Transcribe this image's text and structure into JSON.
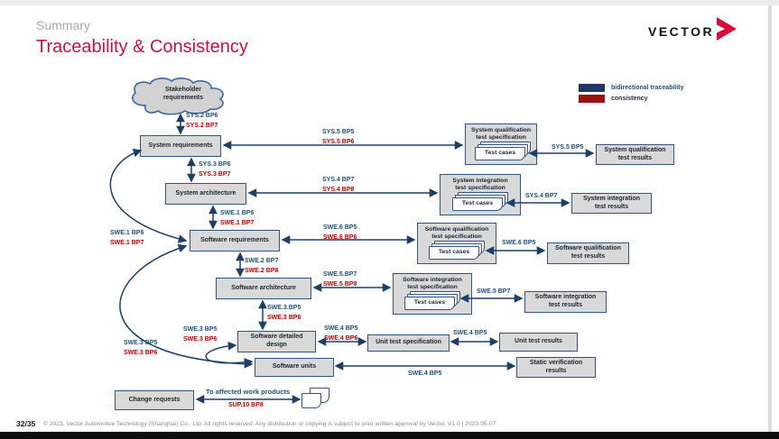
{
  "header": {
    "kicker": "Summary",
    "title": "Traceability & Consistency",
    "logo_text": "VECTOR"
  },
  "legend": {
    "bidirectional_label": "bidirectional traceability",
    "consistency_label": "consistency",
    "bidirectional_color": "#1f3864",
    "consistency_color": "#9a1111"
  },
  "colors": {
    "arrow": "#1f3f67",
    "trace_label": "#1f4e79",
    "consistency_label": "#c00000",
    "title_accent": "#c8133f",
    "box_fill": "#d9d9d9",
    "box_border": "#33547e"
  },
  "nodes": {
    "stakeholder_requirements": "Stakeholder\nrequirements",
    "system_requirements": "System requirements",
    "system_architecture": "System architecture",
    "software_requirements": "Software requirements",
    "software_architecture": "Software architecture",
    "software_detailed_design": "Software detailed\ndesign",
    "software_units": "Software units",
    "change_requests": "Change requests",
    "sys_qual_test_spec": "System qualification\ntest specification",
    "sys_int_test_spec": "System integration\ntest specification",
    "sw_qual_test_spec": "Software qualification\ntest specification",
    "sw_int_test_spec": "Software integration\ntest specification",
    "test_cases": "Test cases",
    "sys_qual_test_results": "System qualification\ntest results",
    "sys_int_test_results": "System integration\ntest results",
    "sw_qual_test_results": "Software qualification\ntest results",
    "sw_int_test_results": "Software integration\ntest results",
    "unit_test_spec": "Unit test specification",
    "unit_test_results": "Unit test results",
    "static_verification_results": "Static verification\nresults"
  },
  "edge_labels": {
    "sys2": {
      "trace": "SYS.2 BP6",
      "cons": "SYS.2 BP7"
    },
    "sys3": {
      "trace": "SYS.3 BP6",
      "cons": "SYS.3 BP7"
    },
    "swe1_vertical": {
      "trace": "SWE.1 BP6",
      "cons": "SWE.1 BP7"
    },
    "swe1_curve": {
      "trace": "SWE.1 BP6",
      "cons": "SWE.1 BP7"
    },
    "swe2": {
      "trace": "SWE.2 BP7",
      "cons": "SWE.2 BP8"
    },
    "swe3_vertical": {
      "trace": "SWE.3.BP5",
      "cons": "SWE.3 BP6"
    },
    "swe3_loop": {
      "trace": "SWE.3 BP5",
      "cons": "SWE.3 BP6"
    },
    "swe3_curve": {
      "trace": "SWE.3 BP5",
      "cons": "SWE.3 BP6"
    },
    "swe4_spec": {
      "trace": "SWE.4 BP5",
      "cons": "SWE.4 BP6"
    },
    "sys5_spec": {
      "trace": "SYS.5 BP5",
      "cons": "SYS.5 BP6"
    },
    "sys4_spec": {
      "trace": "SYS.4 BP7",
      "cons": "SYS.4 BP8"
    },
    "swe6_spec": {
      "trace": "SWE.6 BP5",
      "cons": "SWE.6 BP6"
    },
    "swe5_spec": {
      "trace": "SWE.5.BP7",
      "cons": "SWE.5 BP8"
    },
    "sys5_results": "SYS.5 BP5",
    "sys4_results": "SYS.4 BP7",
    "swe6_results": "SWE.6 BP5",
    "swe5_results": "SWE.5 BP7",
    "swe4_results": "SWE.4 BP5",
    "swe4_static": "SWE.4 BP5",
    "change": {
      "trace": "To affected work products",
      "cons": "SUP.10 BP8"
    }
  },
  "footer": {
    "page_number": "32/35",
    "copyright": "© 2023. Vector Automotive Technology (Shanghai) Co., Ltd. All rights reserved. Any distribution or copying is subject to prior written approval by Vector. V1.0 | 2023-05-07"
  }
}
